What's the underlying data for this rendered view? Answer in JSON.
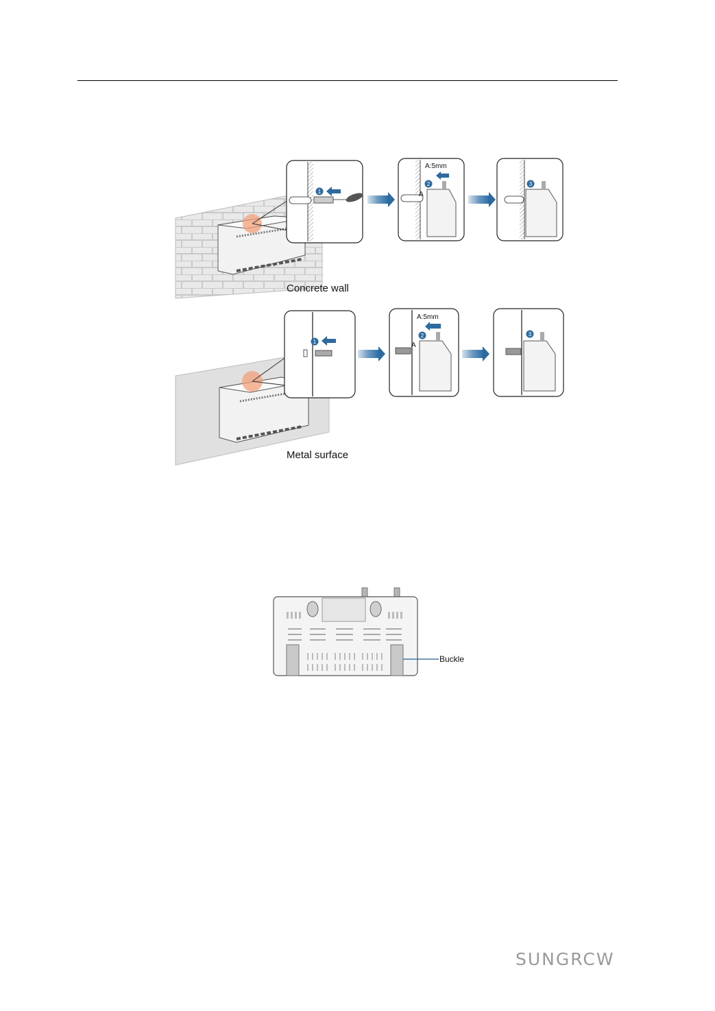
{
  "figure1": {
    "concrete_caption": "Concrete wall",
    "metal_caption": "Metal surface",
    "dimension_label": "A:5mm",
    "gap_label": "A",
    "step_numbers": [
      "1",
      "2",
      "3"
    ]
  },
  "figure2": {
    "callout": "Buckle"
  },
  "footer": {
    "brand": "SUNGRCW"
  }
}
